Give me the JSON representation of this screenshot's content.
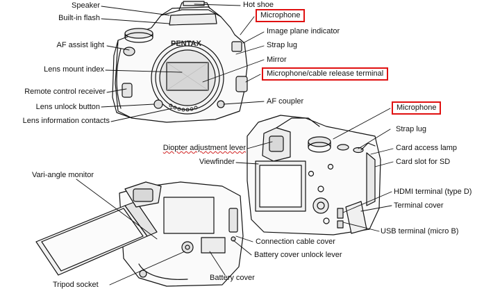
{
  "front_view": {
    "labels": {
      "speaker": "Speaker",
      "built_in_flash": "Built-in flash",
      "af_assist_light": "AF assist light",
      "lens_mount_index": "Lens mount index",
      "remote_control_receiver": "Remote control receiver",
      "lens_unlock_button": "Lens unlock button",
      "lens_information_contacts": "Lens information contacts",
      "hot_shoe": "Hot shoe",
      "microphone": "Microphone",
      "image_plane_indicator": "Image plane indicator",
      "strap_lug": "Strap lug",
      "mirror": "Mirror",
      "microphone_cable_release_terminal": "Microphone/cable release terminal",
      "af_coupler": "AF coupler"
    },
    "brand_text": "PENTAX"
  },
  "back_view": {
    "labels": {
      "microphone": "Microphone",
      "strap_lug": "Strap lug",
      "card_access_lamp": "Card access lamp",
      "card_slot_for_sd": "Card slot for SD",
      "diopter_adjustment_lever": "Diopter adjustment lever",
      "viewfinder": "Viewfinder",
      "hdmi_terminal": "HDMI terminal (type D)",
      "terminal_cover": "Terminal cover",
      "usb_terminal": "USB terminal (micro B)"
    }
  },
  "bottom_view": {
    "labels": {
      "vari_angle_monitor": "Vari-angle monitor",
      "tripod_socket": "Tripod socket",
      "battery_cover": "Battery cover",
      "connection_cable_cover": "Connection cable cover",
      "battery_cover_unlock_lever": "Battery cover unlock lever"
    }
  },
  "colors": {
    "highlight_box": "#e01010",
    "line": "#111111"
  }
}
